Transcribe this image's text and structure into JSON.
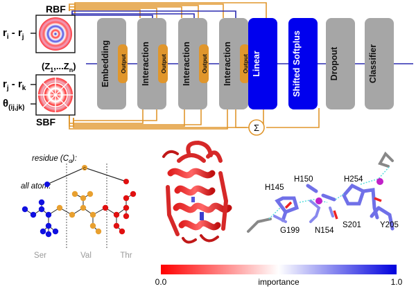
{
  "top": {
    "rbf_label": "RBF",
    "sbf_label": "SBF",
    "rij": {
      "r1": "r",
      "s1": "i",
      "mid": " - r",
      "s2": "j"
    },
    "rjk": {
      "r1": "r",
      "s1": "j",
      "mid": " - r",
      "s2": "k"
    },
    "theta": {
      "t": "θ",
      "s": "(ij,jk)"
    },
    "zlist": {
      "a": "(Z",
      "s1": "1",
      "b": ",...Z",
      "s2": "n",
      "c": ")"
    },
    "blocks": [
      {
        "name": "embedding-block",
        "label": "Embedding",
        "color": "#a6a6a6"
      },
      {
        "name": "interaction-block-1",
        "label": "Interaction",
        "color": "#a6a6a6"
      },
      {
        "name": "interaction-block-2",
        "label": "Interaction",
        "color": "#a6a6a6"
      },
      {
        "name": "interaction-block-3",
        "label": "Interaction",
        "color": "#a6a6a6"
      },
      {
        "name": "linear-block",
        "label": "Linear",
        "color": "#0000ee"
      },
      {
        "name": "shifted-softplus-block",
        "label": "Shifted Softplus",
        "color": "#0000ee"
      },
      {
        "name": "dropout-block",
        "label": "Dropout",
        "color": "#a6a6a6"
      },
      {
        "name": "classifier-block",
        "label": "Classifier",
        "color": "#a6a6a6"
      }
    ],
    "output_label": "Output",
    "sum_symbol": "Σ",
    "colors": {
      "orange": "#e0962c",
      "blue_line": "#2a2ab0",
      "gray_block": "#a6a6a6",
      "blue_block": "#0000ee"
    }
  },
  "residue_panel": {
    "title_residue": {
      "a": "residue (C",
      "s": "α",
      "b": "):"
    },
    "title_atom": "all atom:",
    "residues": [
      "Ser",
      "Val",
      "Thr"
    ],
    "colors": {
      "ser": "#1010e0",
      "val": "#e8a030",
      "thr": "#e01010"
    }
  },
  "site_labels": [
    "H145",
    "H150",
    "H254",
    "G199",
    "N154",
    "S201",
    "Y205"
  ],
  "colorbar": {
    "min_label": "0.0",
    "max_label": "1.0",
    "title": "importance",
    "low": "#ff0000",
    "mid": "#ffffff",
    "high": "#0000dd"
  }
}
